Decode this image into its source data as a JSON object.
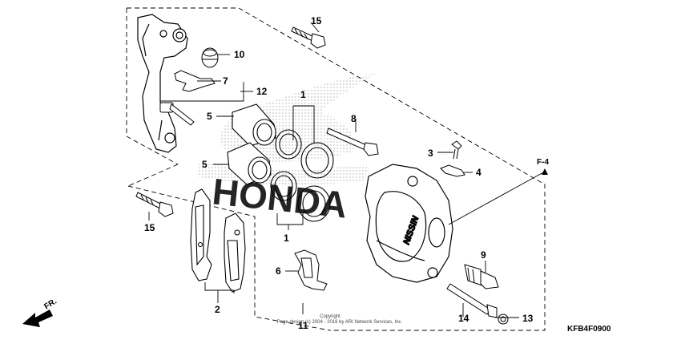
{
  "diagram": {
    "part_labels": {
      "l1a": "1",
      "l1b": "1",
      "l2": "2",
      "l3": "3",
      "l4": "4",
      "l5a": "5",
      "l5b": "5",
      "l6": "6",
      "l7": "7",
      "l8": "8",
      "l9": "9",
      "l10": "10",
      "l11": "11",
      "l12": "12",
      "l13": "13",
      "l14": "14",
      "l15a": "15",
      "l15b": "15"
    },
    "reference_label": "F-4",
    "direction_label": "FR.",
    "diagram_code": "KFB4F0900",
    "copyright_line1": "Copyright",
    "copyright_line2": "Page design (c) 2004 - 2016 by ARI Network Services, Inc.",
    "watermark": "HONDA"
  },
  "colors": {
    "line": "#000000",
    "watermark": "#d6d6d6"
  }
}
